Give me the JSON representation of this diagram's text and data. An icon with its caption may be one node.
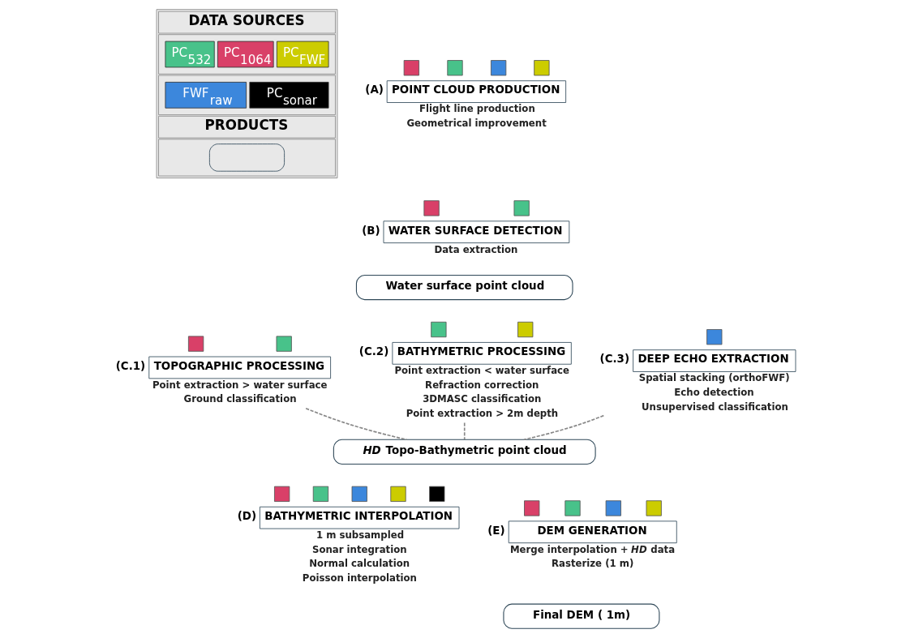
{
  "diagram": {
    "nodes": [
      {
        "text": [
          "(A)",
          "POINT CLOUD PRODUCTION"
        ],
        "beside": [
          "Flight line production",
          "Geometrical improvement"
        ]
      },
      {
        "text": [
          "(B)",
          "WATER SURFACE DETECTION"
        ],
        "beside": [
          "Data extraction"
        ]
      },
      {
        "text": [
          "Water surface point cloud"
        ]
      },
      {
        "text": [
          "(C.1)",
          "TOPOGRAPHIC PROCESSING"
        ],
        "beside": [
          "Point extraction > water surface",
          "Ground classification"
        ]
      },
      {
        "text": [
          "(C.2)",
          "BATHYMETRIC PROCESSING"
        ],
        "beside": [
          "Point extraction < water surface",
          "Refraction correction",
          "3DMASC classification",
          "Point extraction > 2m depth"
        ]
      },
      {
        "text": [
          "(C.3)",
          "DEEP ECHO EXTRACTION"
        ],
        "beside": [
          "Spatial stacking (orthoFWF)",
          "Echo detection",
          "Unsupervised classification"
        ]
      },
      {
        "text": [
          "*HD* Topo-Bathymetric point cloud"
        ]
      },
      {
        "text": [
          "(D)",
          "BATHYMETRIC INTERPOLATION"
        ],
        "beside": [
          "1 m subsampled",
          "Sonar integration",
          "Normal calculation",
          "Poisson interpolation"
        ]
      },
      {
        "text": [
          "(E)",
          "DEM GENERATION"
        ],
        "beside": [
          "Merge interpolation + *HD* data",
          "Rasterize (1 m)"
        ]
      },
      {
        "text": [
          "Final DEM ( 1m)"
        ]
      }
    ],
    "edges": [
      {
        "from": 3,
        "to": 6,
        "arrow": "none",
        "style": "dashed"
      },
      {
        "from": 4,
        "to": 6,
        "arrow": "none",
        "style": "dashed"
      },
      {
        "from": 5,
        "to": 6,
        "arrow": "none",
        "style": "dashed"
      }
    ],
    "labels": [
      "DATA SOURCES"
    ],
    "legend": [
      {
        "text": "PC$_{532}$",
        "color": "#48c28a"
      },
      {
        "text": "PC$_{1064}$",
        "color": "#d94068"
      },
      {
        "text": "PC$_{FWF}$",
        "color": "#cccc00"
      },
      {
        "text": "FWF$_{raw}$",
        "color": "#3c87dc"
      },
      {
        "text": "PC$_{sonar}$",
        "color": "#000000"
      },
      {
        "text": "PRODUCTS"
      }
    ]
  }
}
